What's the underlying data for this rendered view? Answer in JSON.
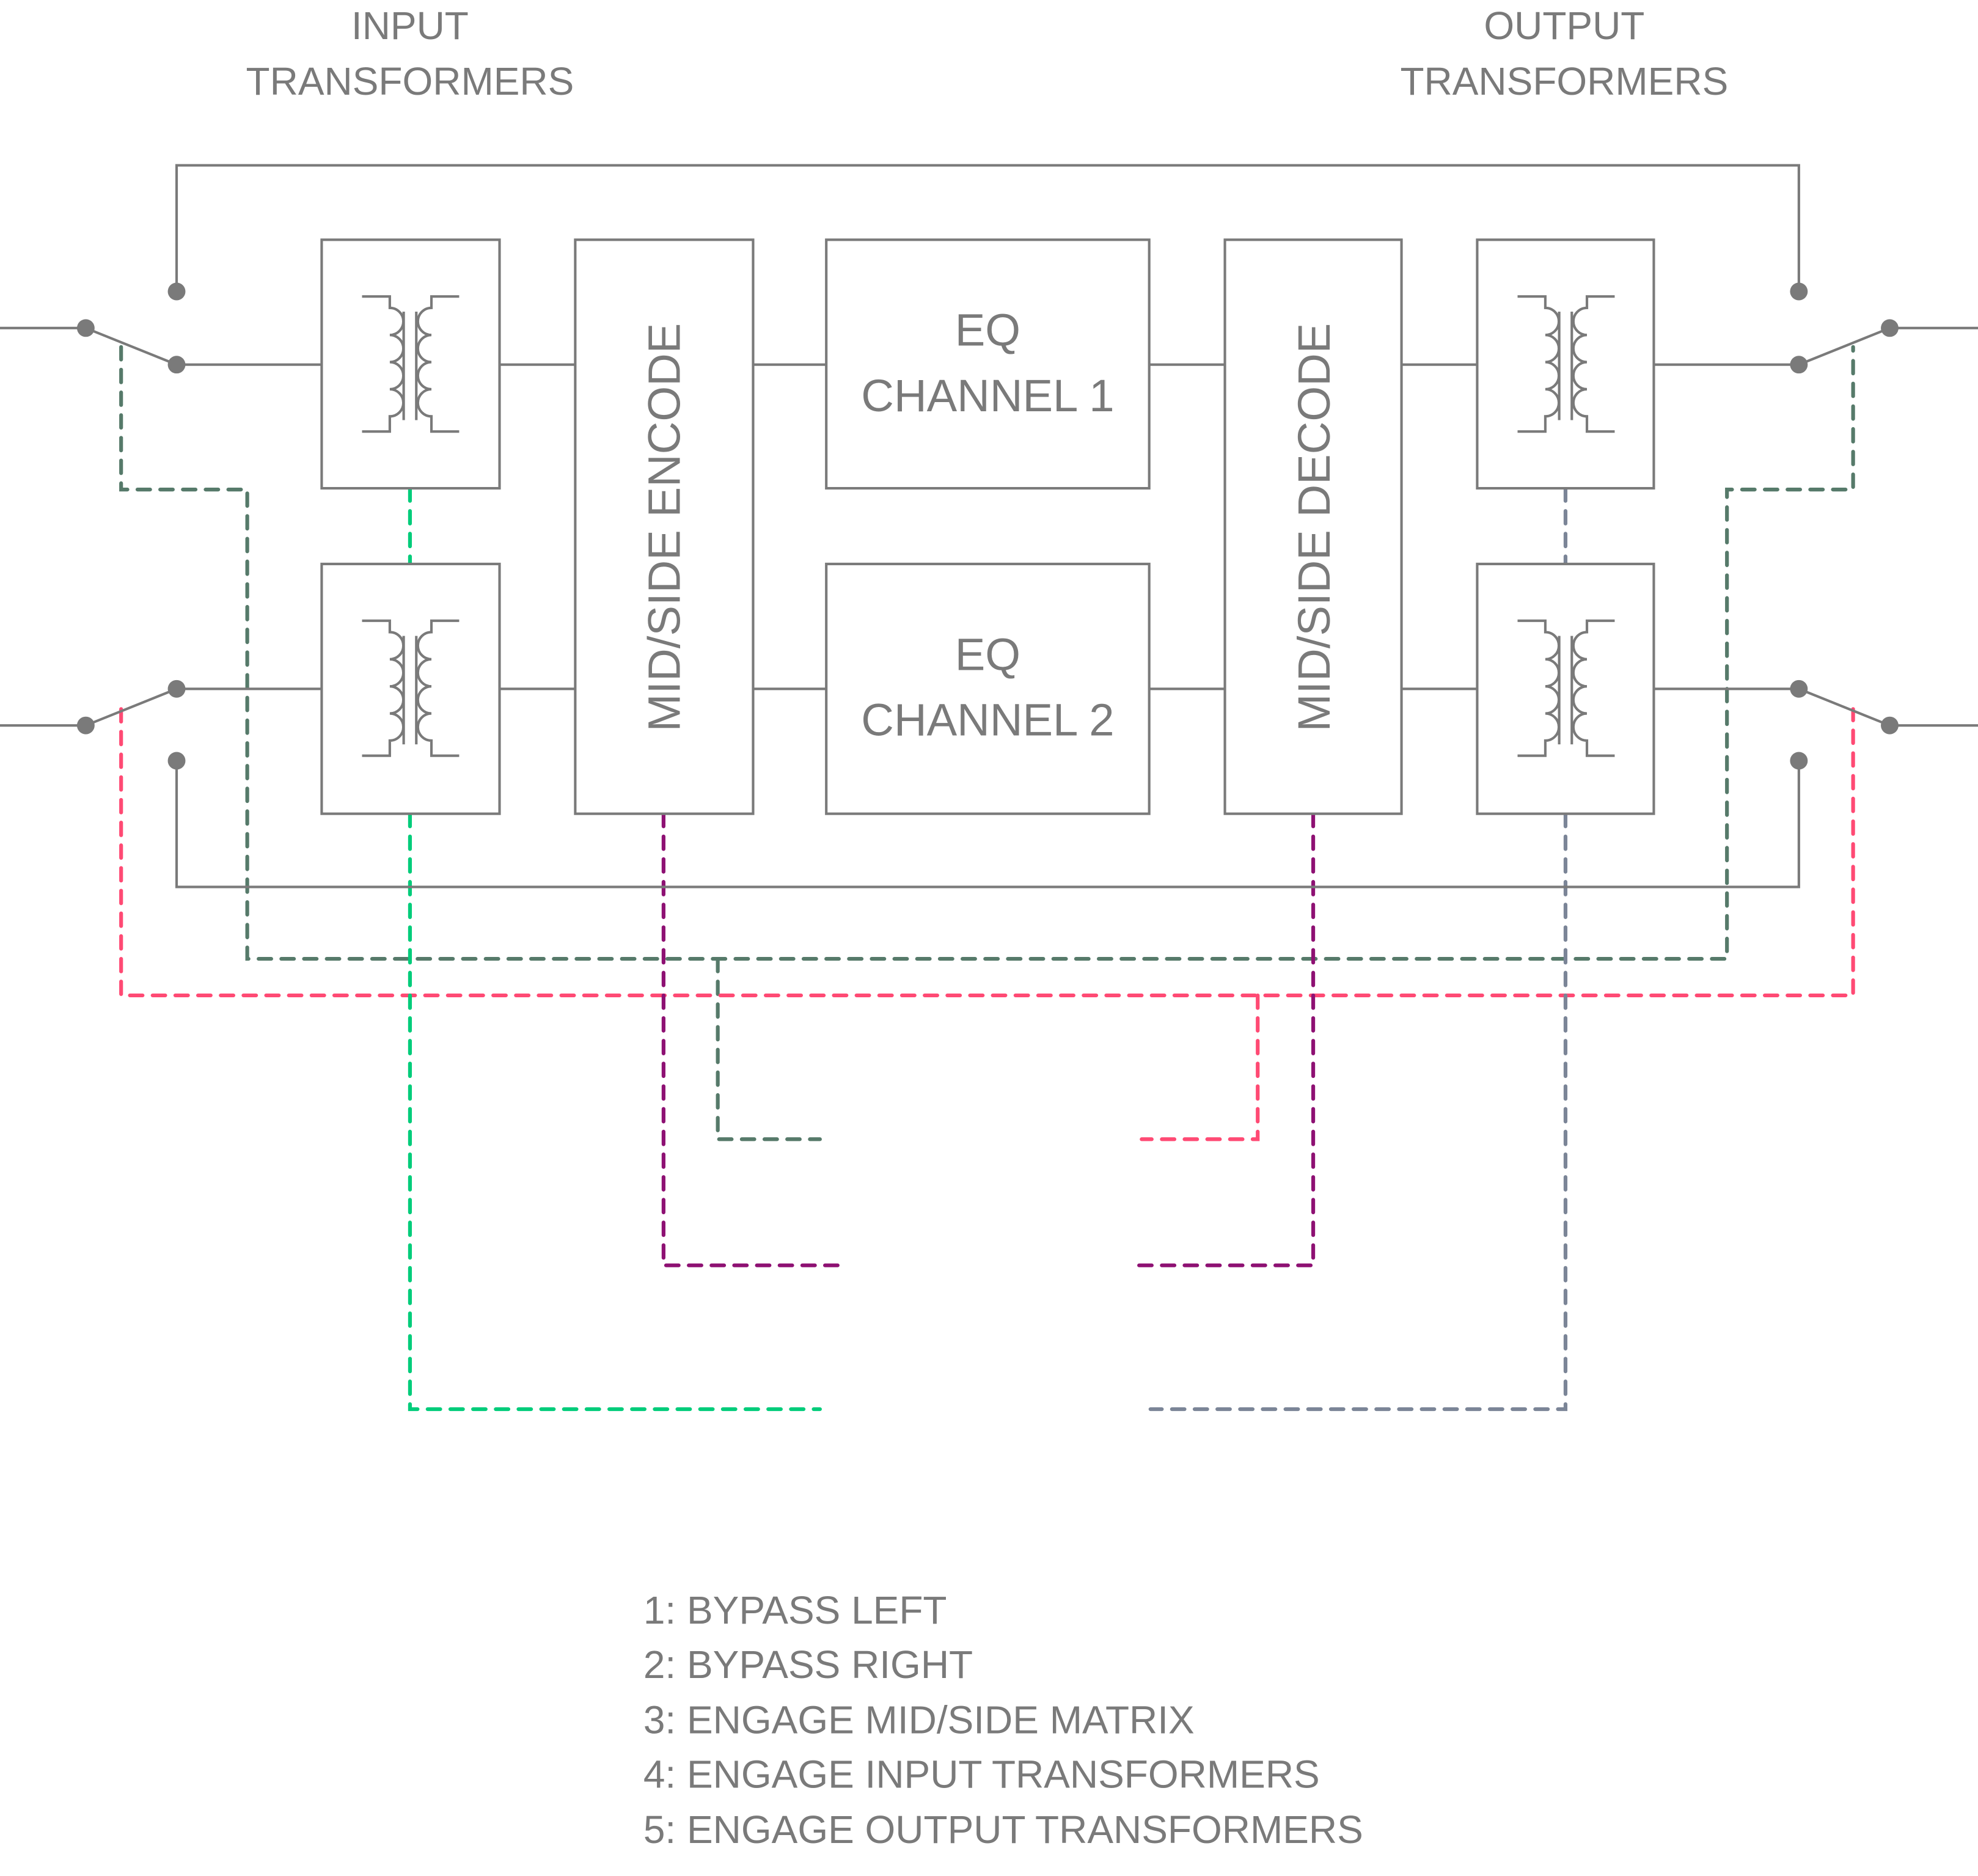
{
  "headers": {
    "input": [
      "INPUT",
      "TRANSFORMERS"
    ],
    "output": [
      "OUTPUT",
      "TRANSFORMERS"
    ]
  },
  "blocks": {
    "encode": "MID/SIDE ENCODE",
    "decode": "MID/SIDE DECODE",
    "eq1": [
      "EQ",
      "CHANNEL 1"
    ],
    "eq2": [
      "EQ",
      "CHANNEL 2"
    ]
  },
  "legend": [
    "1: BYPASS LEFT",
    "2: BYPASS RIGHT",
    "3: ENGAGE MID/SIDE MATRIX",
    "4: ENGAGE INPUT TRANSFORMERS",
    "5: ENGAGE OUTPUT TRANSFORMERS"
  ],
  "colors": {
    "bypass_left": "#567a6a",
    "bypass_right": "#ff4a74",
    "mid_side": "#8e1173",
    "input_tx": "#00cc7a",
    "output_tx": "#7b8597",
    "line": "#7a7a7a"
  }
}
